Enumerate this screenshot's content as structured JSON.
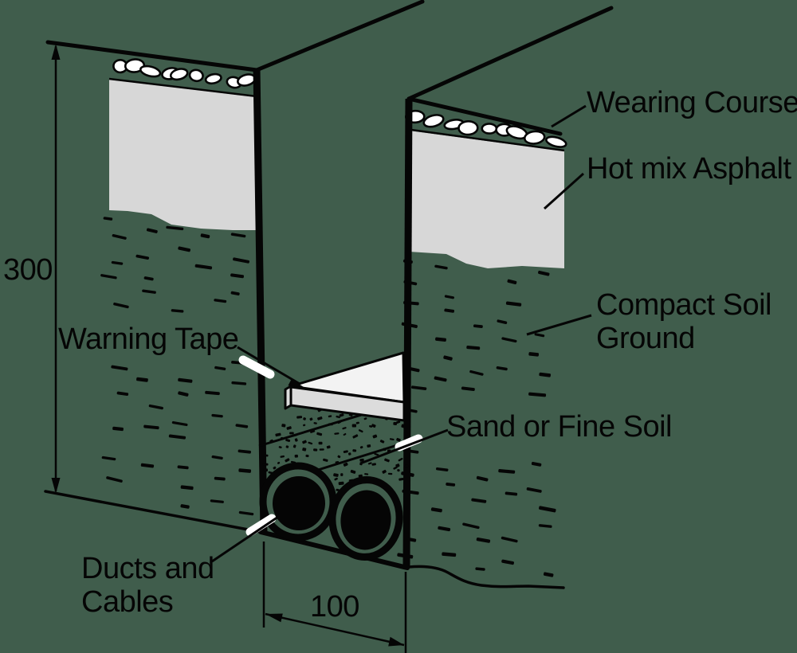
{
  "diagram": {
    "type": "technical-cross-section",
    "subject": "micro-trench in road with buried ducts",
    "labels": {
      "wearing_course": "Wearing Course",
      "hot_mix_asphalt": "Hot mix Asphalt",
      "compact_soil_line1": "Compact Soil",
      "compact_soil_line2": "Ground",
      "warning_tape": "Warning Tape",
      "sand_or_fine_soil": "Sand or Fine Soil",
      "ducts_line1": "Ducts and",
      "ducts_line2": "Cables"
    },
    "dimensions": {
      "trench_depth": "300",
      "trench_width": "100"
    },
    "colors": {
      "background": "#405d4c",
      "ink": "#050505",
      "asphalt": "#d7d7d7",
      "tape_top": "#f3f3f3",
      "tape_front": "#dcdcdc",
      "stone_fill": "#ffffff",
      "highlight": "#ffffff"
    }
  }
}
